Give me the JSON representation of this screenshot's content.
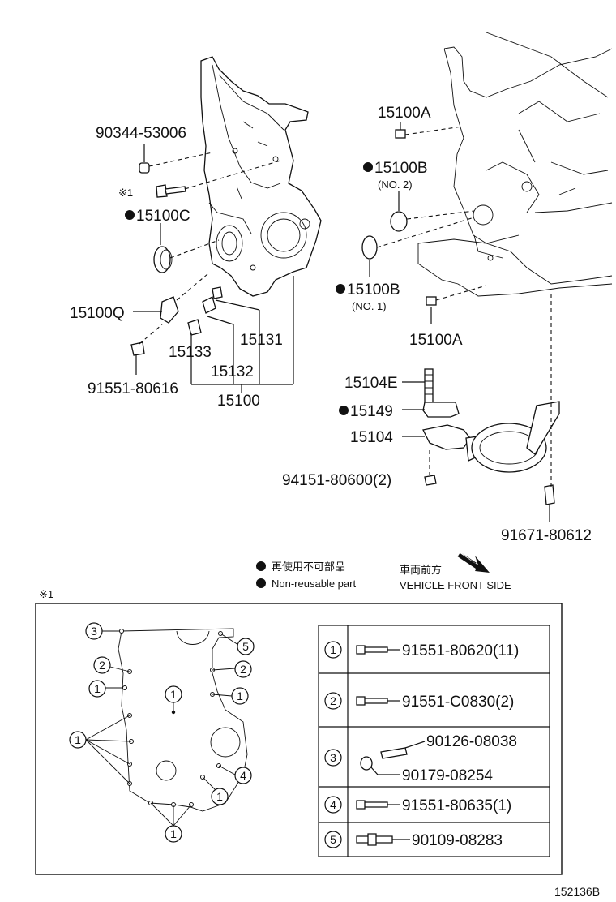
{
  "parts": {
    "p90344": "90344-53006",
    "note1_mark": "※1",
    "p15100C": "15100C",
    "p15100Q": "15100Q",
    "p91551_80616": "91551-80616",
    "p15133": "15133",
    "p15132": "15132",
    "p15131": "15131",
    "p15100": "15100",
    "p15100A_top": "15100A",
    "p15100B_no2": "15100B",
    "no2": "(NO. 2)",
    "p15100B_no1": "15100B",
    "no1": "(NO. 1)",
    "p15100A_bottom": "15100A",
    "p15104E": "15104E",
    "p15149": "15149",
    "p15104": "15104",
    "p94151": "94151-80600(2)",
    "p91671": "91671-80612"
  },
  "legend": {
    "nonreusable_jp": "再使用不可部品",
    "nonreusable_en": "Non-reusable part",
    "front_jp": "車両前方",
    "front_en": "VEHICLE FRONT SIDE"
  },
  "detail": {
    "mark": "※1",
    "callouts": [
      "3",
      "2",
      "1",
      "1",
      "1",
      "5",
      "2",
      "1",
      "4",
      "1",
      "1"
    ],
    "table": [
      {
        "num": "1",
        "parts": [
          "91551-80620(11)"
        ]
      },
      {
        "num": "2",
        "parts": [
          "91551-C0830(2)"
        ]
      },
      {
        "num": "3",
        "parts": [
          "90126-08038",
          "90179-08254"
        ]
      },
      {
        "num": "4",
        "parts": [
          "91551-80635(1)"
        ]
      },
      {
        "num": "5",
        "parts": [
          "90109-08283"
        ]
      }
    ]
  },
  "footer_code": "152136B"
}
